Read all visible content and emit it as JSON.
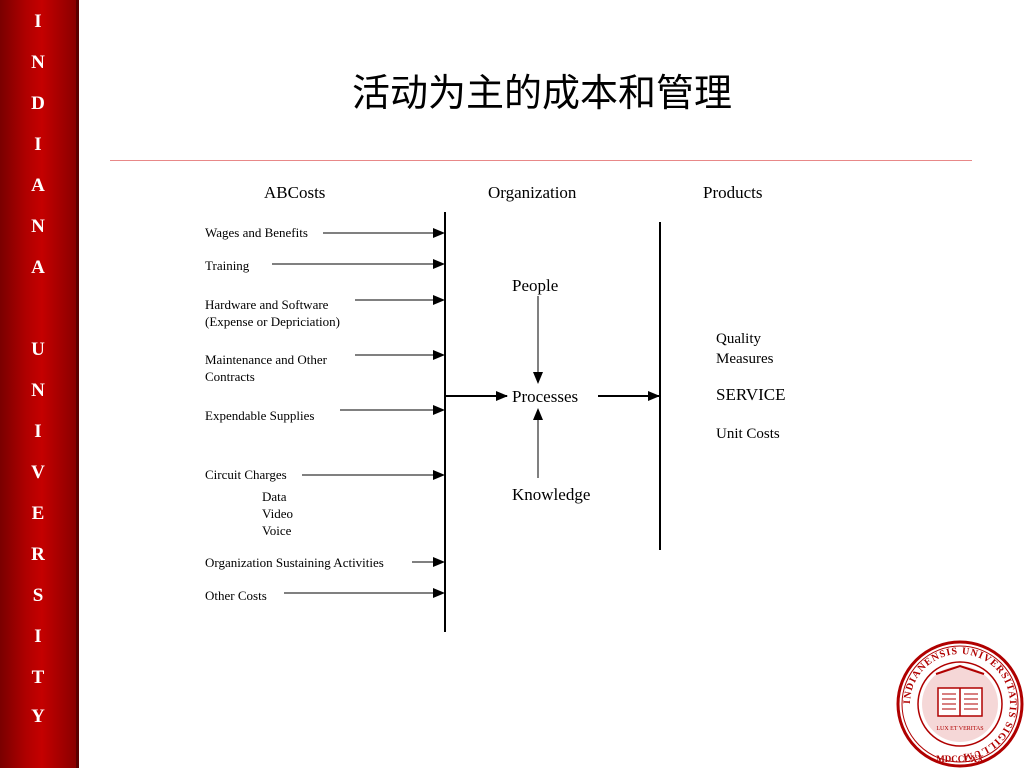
{
  "sidebar": {
    "letters": [
      "I",
      "N",
      "D",
      "I",
      "A",
      "N",
      "A",
      "",
      "U",
      "N",
      "I",
      "V",
      "E",
      "R",
      "S",
      "I",
      "T",
      "Y"
    ]
  },
  "title": "活动为主的成本和管理",
  "headers": {
    "abcosts": "ABCosts",
    "organization": "Organization",
    "products": "Products"
  },
  "cost_items": {
    "wages": "Wages and Benefits",
    "training": "Training",
    "hardware_line1": "Hardware and Software",
    "hardware_line2": "(Expense or Depriciation)",
    "maintenance_line1": "Maintenance and Other",
    "maintenance_line2": "Contracts",
    "supplies": "Expendable Supplies",
    "circuit": "Circuit Charges",
    "circuit_sub": [
      "Data",
      "Video",
      "Voice"
    ],
    "sustaining": "Organization Sustaining Activities",
    "other": "Other Costs"
  },
  "organization": {
    "people": "People",
    "processes": "Processes",
    "knowledge": "Knowledge"
  },
  "products": {
    "quality_line1": "Quality",
    "quality_line2": "Measures",
    "service": "SERVICE",
    "unit_costs": "Unit Costs"
  },
  "seal": {
    "ring_text": "INDIANENSIS UNIVERSITATIS SIGILLUM",
    "banner": "LUX ET VERITAS",
    "year": "MDCCCXX"
  },
  "colors": {
    "sidebar": "#b00000",
    "rule": "#e88888",
    "seal": "#b00000"
  }
}
